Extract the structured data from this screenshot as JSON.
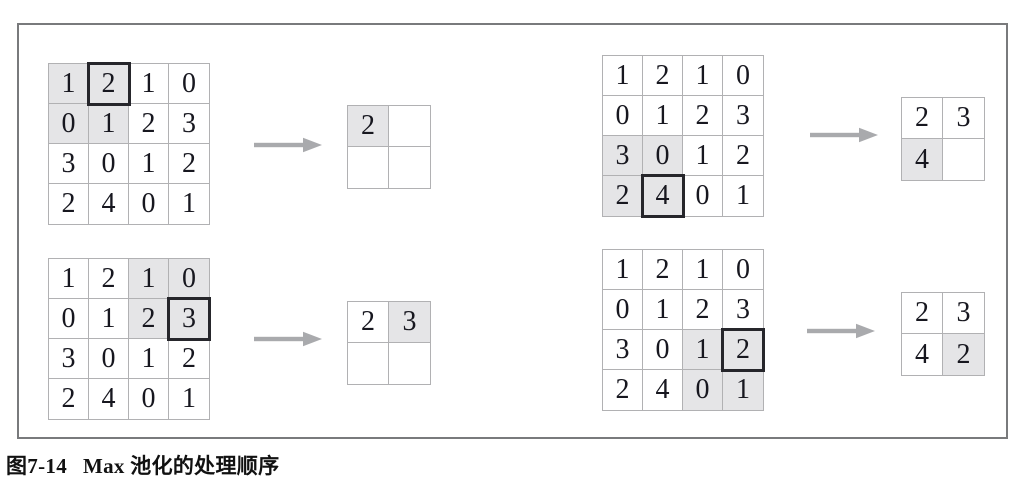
{
  "figure": {
    "caption": {
      "label": "图7-14",
      "title": "Max 池化的处理顺序"
    },
    "input_matrix": [
      [
        1,
        2,
        1,
        0
      ],
      [
        0,
        1,
        2,
        3
      ],
      [
        3,
        0,
        1,
        2
      ],
      [
        2,
        4,
        0,
        1
      ]
    ],
    "arrow_icon": "arrow-right-icon",
    "steps": [
      {
        "id": "step-1",
        "position": "top-left",
        "window": {
          "row_start": 0,
          "row_end": 1,
          "col_start": 0,
          "col_end": 1
        },
        "max_cell": {
          "row": 0,
          "col": 1,
          "value": 2
        },
        "output": [
          [
            "2",
            ""
          ],
          [
            "",
            ""
          ]
        ],
        "new_output_cell": {
          "row": 0,
          "col": 0
        }
      },
      {
        "id": "step-2",
        "position": "bottom-left",
        "window": {
          "row_start": 0,
          "row_end": 1,
          "col_start": 2,
          "col_end": 3
        },
        "max_cell": {
          "row": 1,
          "col": 3,
          "value": 3
        },
        "output": [
          [
            "2",
            "3"
          ],
          [
            "",
            ""
          ]
        ],
        "new_output_cell": {
          "row": 0,
          "col": 1
        }
      },
      {
        "id": "step-3",
        "position": "top-right",
        "window": {
          "row_start": 2,
          "row_end": 3,
          "col_start": 0,
          "col_end": 1
        },
        "max_cell": {
          "row": 3,
          "col": 1,
          "value": 4
        },
        "output": [
          [
            "2",
            "3"
          ],
          [
            "4",
            ""
          ]
        ],
        "new_output_cell": {
          "row": 1,
          "col": 0
        }
      },
      {
        "id": "step-4",
        "position": "bottom-right",
        "window": {
          "row_start": 2,
          "row_end": 3,
          "col_start": 2,
          "col_end": 3
        },
        "max_cell": {
          "row": 2,
          "col": 3,
          "value": 2
        },
        "output": [
          [
            "2",
            "3"
          ],
          [
            "4",
            "2"
          ]
        ],
        "new_output_cell": {
          "row": 1,
          "col": 1
        }
      }
    ],
    "colors": {
      "window_fill": "#e5e5e7",
      "grid_line": "#b1b1b3",
      "max_border": "#26262b",
      "arrow": "#a9aaad",
      "frame_border": "#797a7c",
      "digit": "#17171f"
    }
  }
}
